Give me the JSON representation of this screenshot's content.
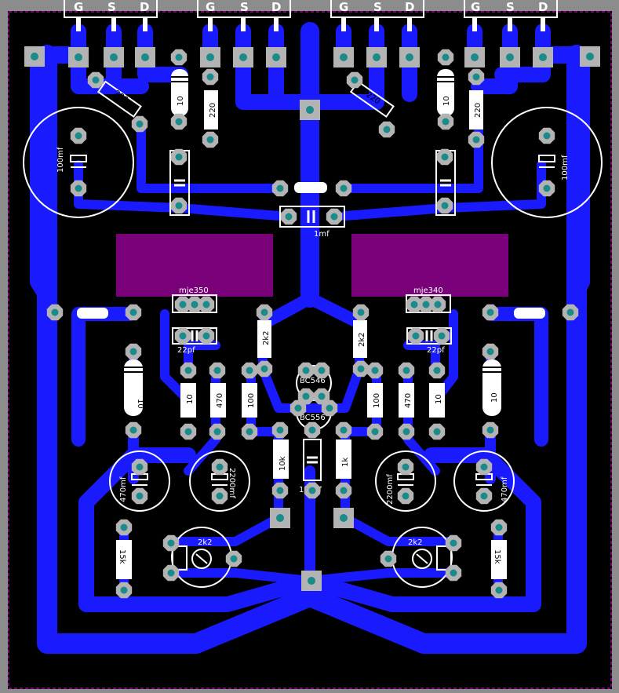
{
  "colors": {
    "board": "#000000",
    "copper": "#1a1aff",
    "heatsink": "#7a007a",
    "silkscreen": "#ffffff",
    "pad": "#b3b3b3",
    "drill": "#1a8a8a",
    "outline": "#ff00ff",
    "background": "#8c8c8c"
  },
  "mosfet_pins": [
    "G",
    "S",
    "D"
  ],
  "labels": {
    "cap_100mf_left": "100mf",
    "cap_100mf_right": "100mf",
    "res_220_a": "220",
    "res_220_b": "220",
    "res_220_c": "220",
    "res_220_d": "220",
    "res_10_a": "10",
    "res_10_b": "10",
    "res_10_c": "10",
    "res_10_d": "10",
    "res_10_e": "10",
    "res_10_f": "10",
    "cap_1mf": "1mf",
    "mje350": "mje350",
    "mje340": "mje340",
    "cap_22pf_left": "22pf",
    "cap_22pf_right": "22pf",
    "res_2k2_left": "2k2",
    "res_2k2_right": "2k2",
    "bc546": "BC546",
    "bc556": "BC556",
    "res_470_left": "470",
    "res_470_right": "470",
    "res_100_left": "100",
    "res_100_right": "100",
    "res_10k": "10k",
    "res_1k": "1k",
    "cap_100pf": "100pf",
    "cap_470mf_left": "470mf",
    "cap_470mf_right": "470mf",
    "cap_2200mf_left": "2200mf",
    "cap_2200mf_right": "2200mf",
    "pot_2k2_left": "2k2",
    "pot_2k2_right": "2k2",
    "res_15k_left": "15k",
    "res_15k_right": "15k"
  }
}
